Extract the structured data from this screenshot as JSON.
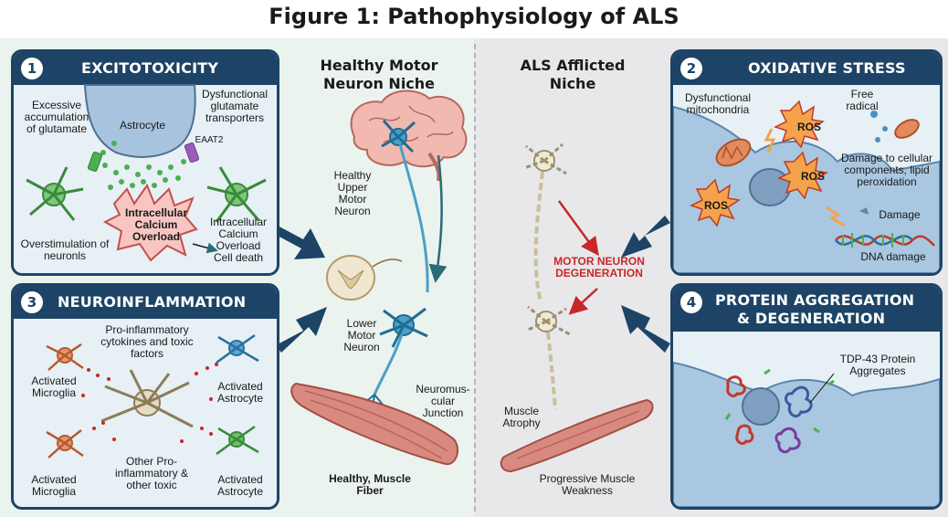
{
  "title": "Figure 1: Pathophysiology of ALS",
  "panels": {
    "excitotoxicity": {
      "number": "1",
      "title": "EXCITOTOXICITY",
      "labels": {
        "excess": "Excessive accumulation of glutamate",
        "astrocyte": "Astrocyte",
        "dysfunctional": "Dysfunctional glutamate transporters",
        "eaat2": "EAAT2",
        "overload": "Intracellular Calcium Overload",
        "overstim": "Overstimulation of neuronls",
        "celldeath": "Intracellular Calcium Overload Cell death"
      }
    },
    "oxidative": {
      "number": "2",
      "title": "OXIDATIVE STRESS",
      "labels": {
        "mito": "Dysfunctional mitochondria",
        "free": "Free radical",
        "ros": "ROS",
        "damage_cell": "Damage to cellular components, lipid peroxidation",
        "damage": "Damage",
        "dna": "DNA damage"
      }
    },
    "neuroinflammation": {
      "number": "3",
      "title": "NEUROINFLAMMATION",
      "labels": {
        "cytokines": "Pro-inflammatory cytokines and toxic factors",
        "microglia_top": "Activated Microglia",
        "astro_top": "Activated Astrocyte",
        "other": "Other Pro-inflammatory & other toxic",
        "microglia_bottom": "Activated Microglia",
        "astro_bottom": "Activated Astrocyte"
      }
    },
    "protein": {
      "number": "4",
      "title_line1": "PROTEIN AGGREGATION",
      "title_line2": "& DEGENERATION",
      "labels": {
        "tdp": "TDP-43 Protein Aggregates"
      }
    }
  },
  "healthy": {
    "heading": "Healthy Motor Neuron Niche",
    "upper": "Healthy Upper Motor Neuron",
    "lower": "Lower Motor Neuron",
    "junction": "Neuromus-cular Junction",
    "muscle": "Healthy, Muscle Fiber"
  },
  "als": {
    "heading": "ALS Afflicted Niche",
    "degeneration": "MOTOR NEURON DEGENERATION",
    "atrophy": "Muscle Atrophy",
    "weakness": "Progressive Muscle Weakness"
  },
  "colors": {
    "panel_header": "#1d4466",
    "degeneration_red": "#c62828",
    "arrow": "#1d4466"
  }
}
